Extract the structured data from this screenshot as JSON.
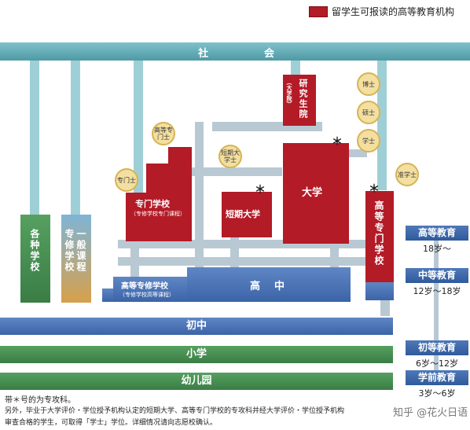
{
  "legend": {
    "label": "留学生可报读的高等教育机构",
    "color": "#b31b27"
  },
  "society": {
    "char1": "社",
    "char2": "会"
  },
  "institutions": {
    "graduate": "研究生院",
    "graduate_sub": "（大学院）",
    "university": "大学",
    "junior_college": "短期大学",
    "vocational_school": "专门学校",
    "vocational_school_sub": "（专修学校专门课程）",
    "technical_college": "高等专门学校",
    "advanced_vocational": "高等专修学校",
    "advanced_vocational_sub": "（专修学校高等课程）",
    "high_school": "高中",
    "misc_school": "各种学校",
    "general_course": "一般课程",
    "general_course_mark": "专修学校"
  },
  "badges": {
    "doctor": "博士",
    "master": "硕士",
    "bachelor": "学士",
    "associate": "短期大学士",
    "specialist_degree": "高等专门士",
    "specialist": "专门士",
    "quasi_bachelor": "准学士"
  },
  "bands": {
    "middle": "初中",
    "primary": "小学",
    "kindergarten": "幼儿园"
  },
  "stages": [
    {
      "label": "高等教育",
      "age": "18岁～"
    },
    {
      "label": "中等教育",
      "age": "12岁～18岁"
    },
    {
      "label": "初等教育",
      "age": "6岁～12岁"
    },
    {
      "label": "学前教育",
      "age": "3岁～6岁"
    }
  ],
  "notes": {
    "line1": "带＊号的为专攻科。",
    "line2": "另外，毕业于大学评价・学位授予机构认定的短期大学、高等专门学校的专攻科并经大学评价・学位授予机构",
    "line3": "审查合格的学生，可取得「学士」学位。详细情况请向志愿校确认。",
    "watermark": "知乎 @花火日语"
  },
  "star": "＊"
}
